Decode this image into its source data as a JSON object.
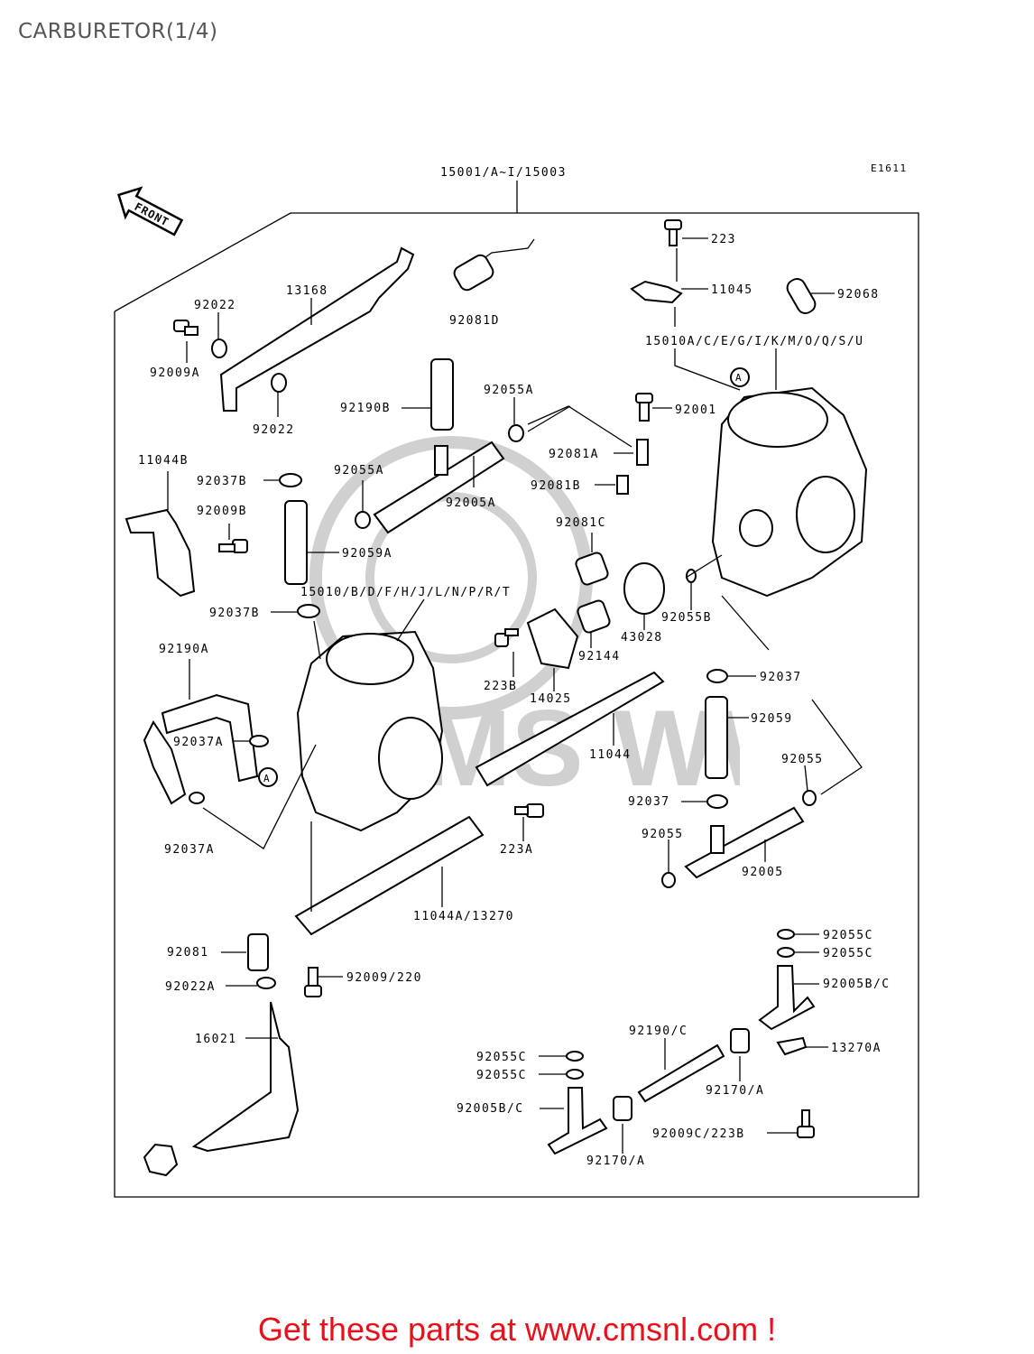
{
  "page": {
    "title": "CARBURETOR(1/4)"
  },
  "diagram": {
    "ref_code": "E1611",
    "front_label": "FRONT",
    "assembly_label": "15001/A~I/15003",
    "watermark_text": "CMS WWW.CMSNL.COM",
    "callout_A": "A",
    "labels": {
      "l13168": "13168",
      "l92081D": "92081D",
      "l223": "223",
      "l11045": "11045",
      "l92068": "92068",
      "l92022a": "92022",
      "l92009A": "92009A",
      "l92022b": "92022",
      "l15010right": "15010A/C/E/G/I/K/M/O/Q/S/U",
      "l92190B": "92190B",
      "l92055A1": "92055A",
      "l92001": "92001",
      "l11044B": "11044B",
      "l92037B1": "92037B",
      "l92055A2": "92055A",
      "l92081A": "92081A",
      "l92081B": "92081B",
      "l92005A": "92005A",
      "l92009B": "92009B",
      "l92059A": "92059A",
      "l92081C": "92081C",
      "l15010left": "15010/B/D/F/H/J/L/N/P/R/T",
      "l92037B2": "92037B",
      "l43028": "43028",
      "l92055B": "92055B",
      "l92190A": "92190A",
      "l223B1": "223B",
      "l92144": "92144",
      "l14025": "14025",
      "l92037a": "92037",
      "l92059": "92059",
      "l92037A1": "92037A",
      "l11044": "11044",
      "l92055a": "92055",
      "l92037b": "92037",
      "l92037A2": "92037A",
      "l223A": "223A",
      "l92055b": "92055",
      "l92005": "92005",
      "l11044A13270": "11044A/13270",
      "l92081": "92081",
      "l92009_220": "92009/220",
      "l92055C1": "92055C",
      "l92055C2": "92055C",
      "l92022A": "92022A",
      "l92005BC1": "92005B/C",
      "l16021": "16021",
      "l92190C": "92190/C",
      "l13270A": "13270A",
      "l92055C3": "92055C",
      "l92055C4": "92055C",
      "l92170A1": "92170/A",
      "l92005BC2": "92005B/C",
      "l92009C223B": "92009C/223B",
      "l92170A2": "92170/A"
    }
  },
  "footer": {
    "promo": "Get these parts at www.cmsnl.com !"
  }
}
